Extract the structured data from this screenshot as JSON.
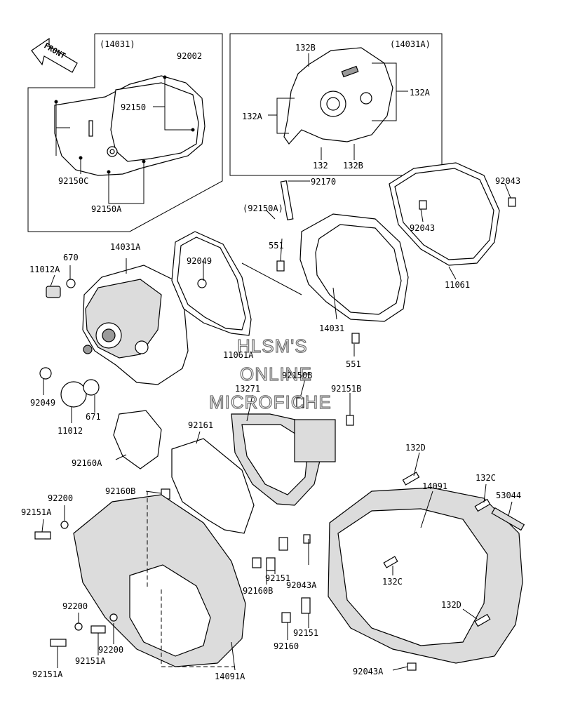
{
  "front_arrow": {
    "label": "FRONT"
  },
  "watermark": {
    "lines": [
      "HLSM'S",
      "ONLINE",
      "MICROFICHE"
    ]
  },
  "inset_left": {
    "title": "(14031)",
    "labels": [
      "92002",
      "92150",
      "92150C",
      "92150A"
    ]
  },
  "inset_right": {
    "title": "(14031A)",
    "labels": [
      "132B",
      "132A",
      "132A",
      "132",
      "132B"
    ]
  },
  "callouts": [
    "92170",
    "92043",
    "(92150A)",
    "551",
    "92043",
    "92049",
    "14031A",
    "670",
    "11012A",
    "11061",
    "14031",
    "551",
    "11061A",
    "92049",
    "92150B",
    "13271",
    "92151B",
    "671",
    "11012",
    "92161",
    "92160A",
    "132D",
    "14091",
    "132C",
    "53044",
    "92160B",
    "92200",
    "92151A",
    "92043A",
    "92151",
    "132C",
    "92160B",
    "132D",
    "92200",
    "92151",
    "92151A",
    "92200",
    "92160",
    "92151A",
    "14091A",
    "92043A"
  ]
}
